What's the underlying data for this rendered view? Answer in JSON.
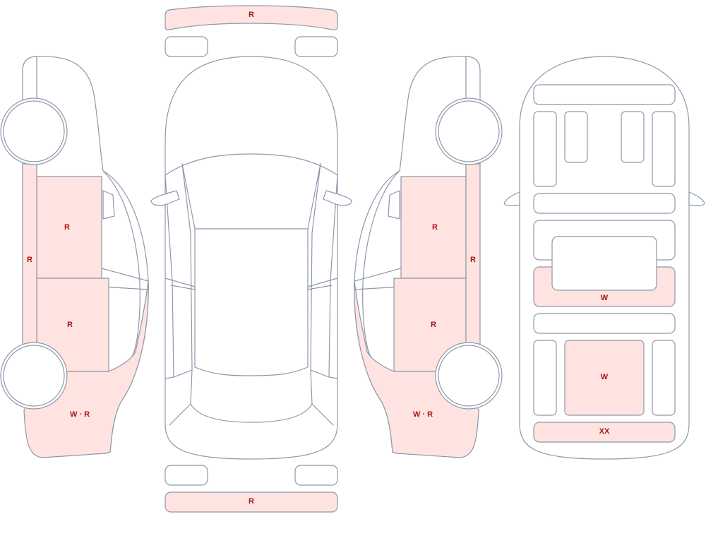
{
  "colors": {
    "damage_fill": "#ffe3e0",
    "outline": "#8e98aa",
    "label": "#a01818",
    "background": "#ffffff"
  },
  "labels": {
    "front_bumper": "R",
    "rear_bumper": "R",
    "left_rocker": "R",
    "left_front_door": "R",
    "left_rear_door": "R",
    "left_rear_quarter": "W · R",
    "right_front_door": "R",
    "right_rear_door": "R",
    "right_rocker": "R",
    "right_rear_quarter": "W · R",
    "floor_crossmember": "W",
    "rear_floor_pan": "W",
    "rear_panel": "XX"
  }
}
